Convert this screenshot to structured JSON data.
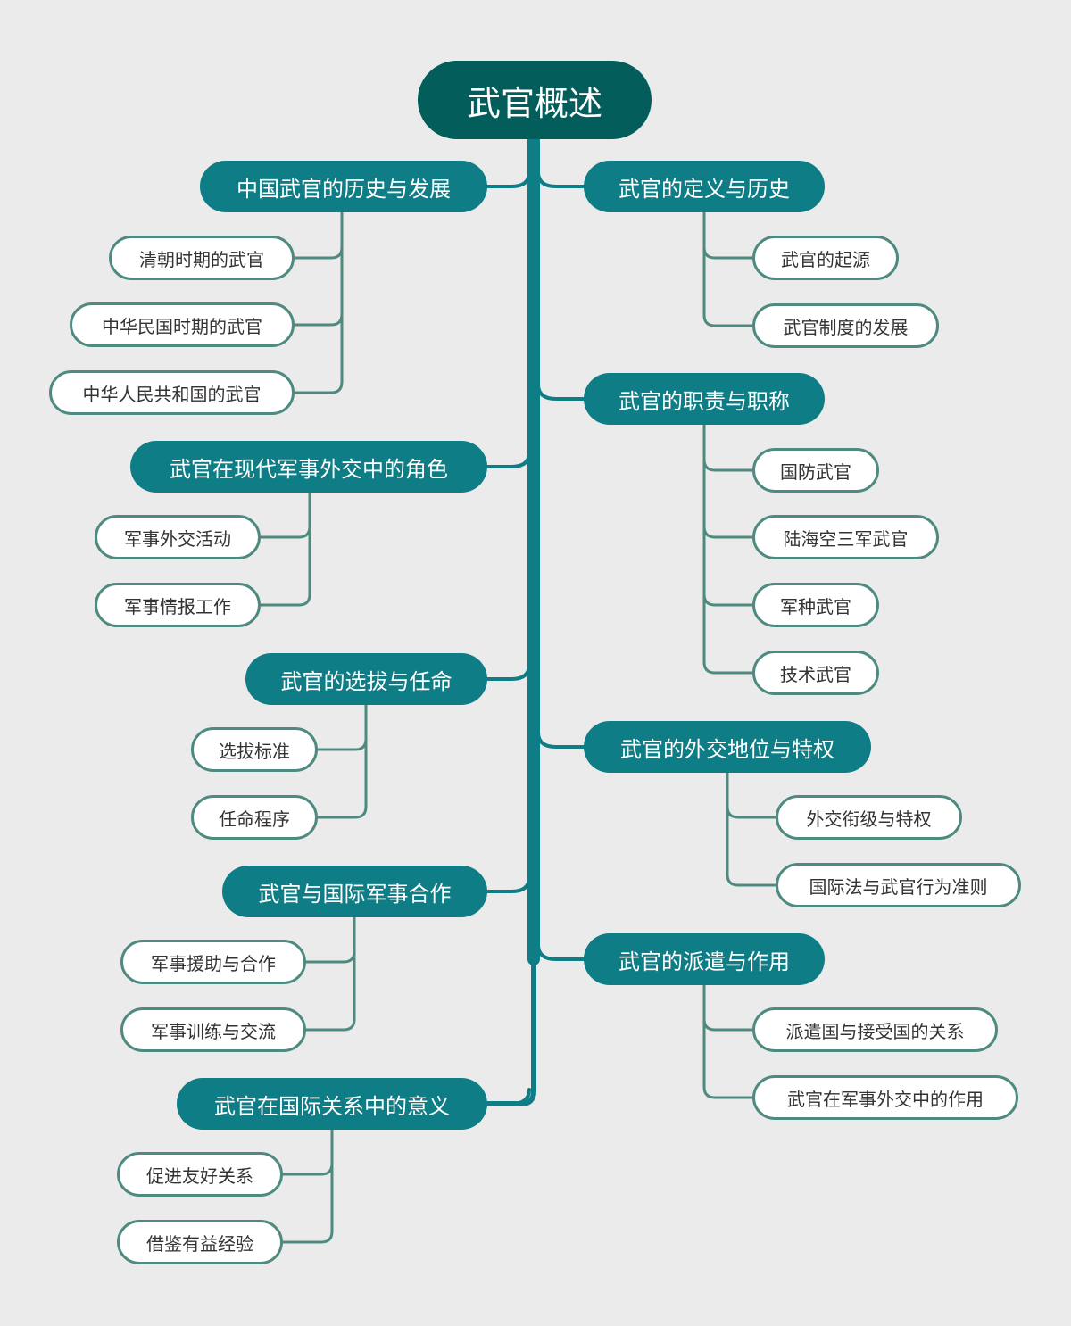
{
  "colors": {
    "background": "#ebebeb",
    "root": "#035e5b",
    "topic": "#0f7d85",
    "trunk": "#0f7d85",
    "leaf_border": "#4f8a80",
    "leaf_text": "#333333"
  },
  "root": {
    "label": "武官概述"
  },
  "left": [
    {
      "label": "中国武官的历史与发展",
      "children": [
        "清朝时期的武官",
        "中华民国时期的武官",
        "中华人民共和国的武官"
      ]
    },
    {
      "label": "武官在现代军事外交中的角色",
      "children": [
        "军事外交活动",
        "军事情报工作"
      ]
    },
    {
      "label": "武官的选拔与任命",
      "children": [
        "选拔标准",
        "任命程序"
      ]
    },
    {
      "label": "武官与国际军事合作",
      "children": [
        "军事援助与合作",
        "军事训练与交流"
      ]
    },
    {
      "label": "武官在国际关系中的意义",
      "children": [
        "促进友好关系",
        "借鉴有益经验"
      ]
    }
  ],
  "right": [
    {
      "label": "武官的定义与历史",
      "children": [
        "武官的起源",
        "武官制度的发展"
      ]
    },
    {
      "label": "武官的职责与职称",
      "children": [
        "国防武官",
        "陆海空三军武官",
        "军种武官",
        "技术武官"
      ]
    },
    {
      "label": "武官的外交地位与特权",
      "children": [
        "外交衔级与特权",
        "国际法与武官行为准则"
      ]
    },
    {
      "label": "武官的派遣与作用",
      "children": [
        "派遣国与接受国的关系",
        "武官在军事外交中的作用"
      ]
    }
  ]
}
